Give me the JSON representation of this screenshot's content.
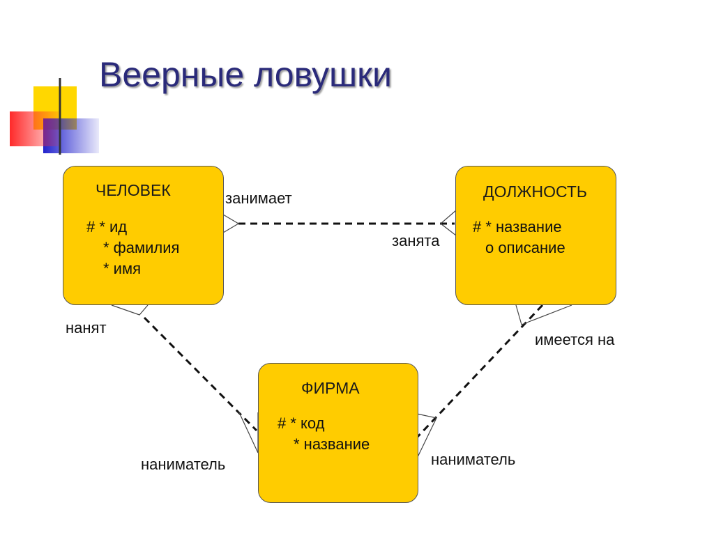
{
  "slide": {
    "title": "Веерные ловушки"
  },
  "entities": {
    "person": {
      "name": "ЧЕЛОВЕК",
      "attributes": [
        "# * ид",
        "* фамилия",
        "* имя"
      ]
    },
    "position": {
      "name": "ДОЛЖНОСТЬ",
      "attributes": [
        "# *  название",
        "o  описание"
      ]
    },
    "firm": {
      "name": "ФИРМА",
      "attributes": [
        "# * код",
        "* название"
      ]
    }
  },
  "relationships": {
    "person_position_start": "занимает",
    "person_position_end": "занята",
    "person_firm_start": "нанят",
    "person_firm_end": "наниматель",
    "position_firm_start": "имеется на",
    "position_firm_end": "наниматель"
  },
  "colors": {
    "entity_fill": "#ffcc00",
    "title": "#2a2a7a",
    "accent_yellow": "#ffd700",
    "accent_red": "#ff3b3b",
    "accent_blue": "#2a2ad0"
  }
}
